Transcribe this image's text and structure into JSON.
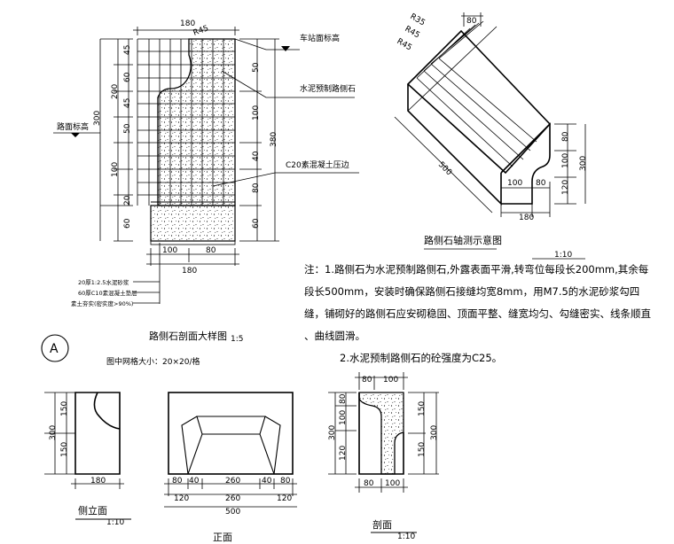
{
  "section": {
    "top_width": "180",
    "left_dims": [
      "45",
      "60",
      "45",
      "50",
      "100",
      "20",
      "60"
    ],
    "left_totals": [
      "200",
      "300"
    ],
    "right_dims": [
      "50",
      "100",
      "40",
      "80",
      "60"
    ],
    "right_total": "380",
    "labels": {
      "curb_top": "车站面标高",
      "precast_curb": "水泥预制路侧石",
      "road_level": "路面标高",
      "concrete_backfill": "C20素混凝土压边"
    },
    "radius": "R45",
    "bottom_dims": [
      "100",
      "80"
    ],
    "bottom_total": "180",
    "layers": [
      "20厚1:2.5水泥砂浆",
      "60厚C10素混凝土垫层",
      "素土夯实(密实度>90%)"
    ],
    "title": "路侧石剖面大样图",
    "scale": "1:5",
    "grid_note": "图中网格大小：20×20/格",
    "marker": "A"
  },
  "axon": {
    "radii": [
      "R35",
      "R45",
      "R45"
    ],
    "top_dim": "80",
    "length": "500",
    "right_dims": [
      "80",
      "100",
      "120"
    ],
    "right_total": "300",
    "bottom_dims": [
      "100",
      "80"
    ],
    "bottom_total": "180",
    "title": "路侧石轴测示意图",
    "scale": "1:10"
  },
  "notes": {
    "label": "注：",
    "line1": "1.路侧石为水泥预制路侧石,外露表面平滑,转弯位每段长200mm,其余每",
    "line2": "段长500mm，安装时确保路侧石接缝均宽8mm，用M7.5的水泥砂浆勾四",
    "line3": "缝，铺砌好的路侧石应安砌稳固、顶面平整、缝宽均匀、勾缝密实、线条顺直",
    "line4": "、曲线圆滑。",
    "line5": "2.水泥预制路侧石的砼强度为C25。"
  },
  "side_view": {
    "dims": [
      "150",
      "150"
    ],
    "total": "300",
    "bottom": "180",
    "title": "侧立面",
    "scale": "1:10"
  },
  "front_view": {
    "dims": [
      "80",
      "40",
      "260",
      "40",
      "80"
    ],
    "dims2": [
      "120",
      "260",
      "120"
    ],
    "total": "500",
    "title": "正面"
  },
  "section_view": {
    "top_dims": [
      "80",
      "100"
    ],
    "left_dims": [
      "80",
      "100",
      "120"
    ],
    "left_total": "300",
    "right_dims": [
      "150",
      "150"
    ],
    "right_total": "300",
    "bottom_dims": [
      "80",
      "100"
    ],
    "title": "剖面",
    "scale": "1:10"
  }
}
